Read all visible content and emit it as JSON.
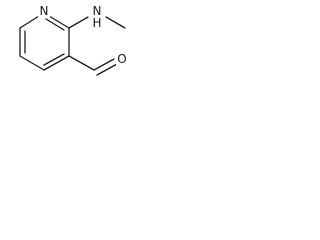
{
  "structure": {
    "atoms": {
      "ring_nitrogen": "N",
      "amine_nitrogen": "N",
      "amine_hydrogen": "H",
      "aldehyde_oxygen": "O"
    }
  },
  "colors": {
    "bond": "#1a1a1a",
    "background": "#ffffff"
  }
}
